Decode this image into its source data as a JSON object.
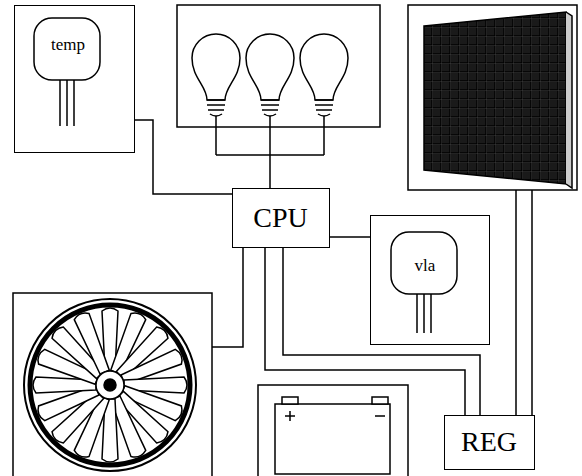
{
  "diagram": {
    "nodes": [
      {
        "text": [
          "temp"
        ]
      },
      {
        "text": [
          "CPU"
        ]
      },
      {
        "text": [
          "vla"
        ]
      },
      {
        "text": [
          "REG"
        ]
      }
    ],
    "edges": [
      {
        "from": 0,
        "to": 1,
        "arrow": "none"
      },
      {
        "from": 1,
        "to": 2,
        "arrow": "none"
      },
      {
        "from": 1,
        "to": 3,
        "arrow": "none"
      },
      {
        "from": 1,
        "to": 3,
        "arrow": "none"
      }
    ]
  }
}
